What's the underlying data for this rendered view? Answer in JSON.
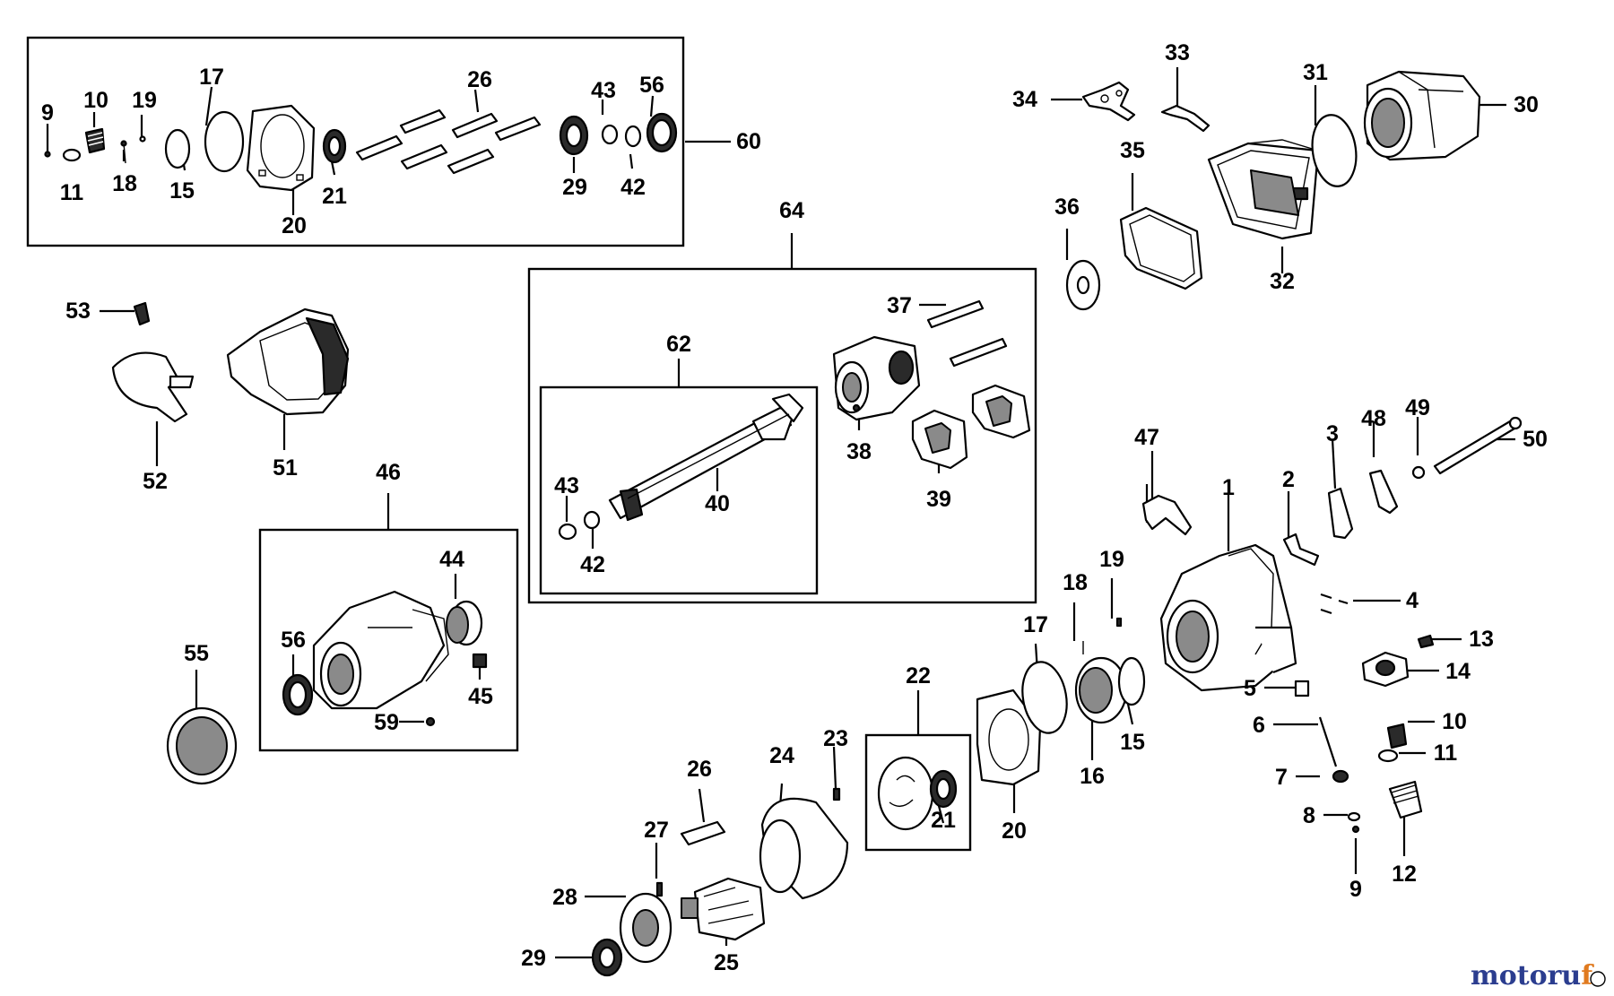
{
  "diagram": {
    "labels": {
      "l1": "1",
      "l2": "2",
      "l3": "3",
      "l4": "4",
      "l5": "5",
      "l6": "6",
      "l7": "7",
      "l8": "8",
      "l9a": "9",
      "l9b": "9",
      "l10a": "10",
      "l10b": "10",
      "l11a": "11",
      "l11b": "11",
      "l12": "12",
      "l13": "13",
      "l14": "14",
      "l15a": "15",
      "l15b": "15",
      "l16": "16",
      "l17a": "17",
      "l17b": "17",
      "l18a": "18",
      "l18b": "18",
      "l19a": "19",
      "l19b": "19",
      "l20a": "20",
      "l20b": "20",
      "l21a": "21",
      "l21b": "21",
      "l22": "22",
      "l23": "23",
      "l24": "24",
      "l25": "25",
      "l26a": "26",
      "l26b": "26",
      "l27": "27",
      "l28": "28",
      "l29a": "29",
      "l29b": "29",
      "l30": "30",
      "l31": "31",
      "l32": "32",
      "l33": "33",
      "l34": "34",
      "l35": "35",
      "l36": "36",
      "l37": "37",
      "l38": "38",
      "l39": "39",
      "l40": "40",
      "l42a": "42",
      "l42b": "42",
      "l43a": "43",
      "l43b": "43",
      "l44": "44",
      "l45": "45",
      "l46": "46",
      "l47": "47",
      "l48": "48",
      "l49": "49",
      "l50": "50",
      "l51": "51",
      "l52": "52",
      "l53": "53",
      "l55": "55",
      "l56a": "56",
      "l56b": "56",
      "l59": "59",
      "l60": "60",
      "l62": "62",
      "l64": "64"
    }
  },
  "watermark": {
    "text_a": "motoru",
    "text_b": "f",
    "color_a": "#2b3d8f",
    "color_b": "#e07a1f"
  }
}
